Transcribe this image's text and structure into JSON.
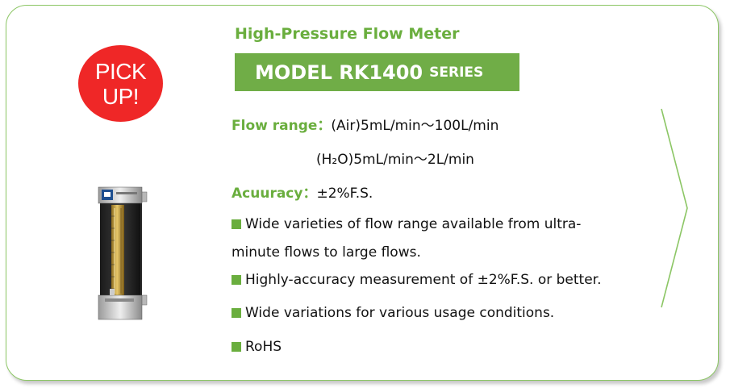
{
  "badge": {
    "line1": "PICK",
    "line2": "UP!"
  },
  "product": {
    "subtitle": "High-Pressure Flow Meter",
    "model": "MODEL RK1400",
    "series": "SERIES"
  },
  "specs": {
    "flow_label": "Flow range：",
    "flow_air": "(Air)5mL/min～100L/min",
    "flow_h2o": "(H₂O)5mL/min～2L/min",
    "accuracy_label": "Acuuracy：",
    "accuracy_value": "±2%F.S."
  },
  "bullets": [
    "Wide varieties of flow range available from ultra-",
    "minute flows to large flows.",
    "Highly-accuracy measurement of ±2%F.S. or better.",
    "Wide variations for various usage conditions.",
    "RoHS"
  ],
  "colors": {
    "accent_green": "#70ad47",
    "label_green": "#6aae3e",
    "badge_red": "#ef2727",
    "border_green": "#8cc665"
  },
  "icons": {
    "next": "chevron-right-icon",
    "product_image": "flow-meter-image"
  }
}
